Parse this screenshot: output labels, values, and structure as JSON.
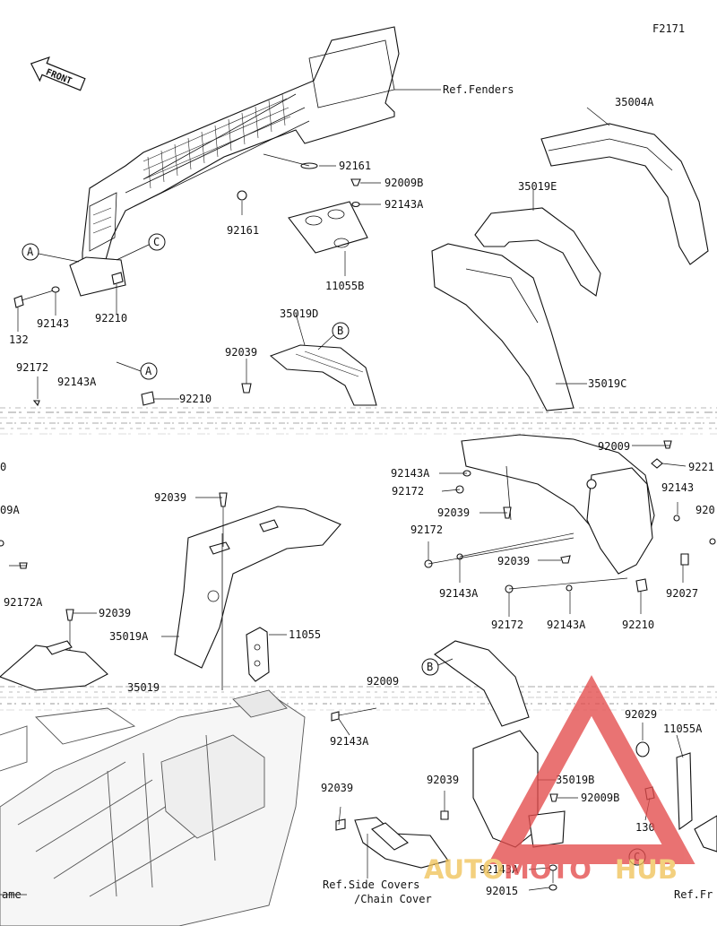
{
  "figure_code": "F2171",
  "front_badge": "FRONT",
  "watermark": {
    "text_auto": "AUTO",
    "text_moto": "MOTO",
    "text_hub": "HUB",
    "triangle_color": "#e34b4b",
    "text_color": "#f0c35a"
  },
  "callouts": [
    "A",
    "C",
    "A",
    "B",
    "B",
    "C"
  ],
  "labels": {
    "ref_fenders": "Ref.Fenders",
    "p35004A": "35004A",
    "p35019E": "35019E",
    "p35019C": "35019C",
    "p35019D": "35019D",
    "p92161_a": "92161",
    "p92161_b": "92161",
    "p92009B_a": "92009B",
    "p92143A_a": "92143A",
    "p11055B": "11055B",
    "p92143_a": "92143",
    "p92210_a": "92210",
    "p132": "132",
    "p92172_a": "92172",
    "p92143A_b": "92143A",
    "p92210_b": "92210",
    "p92039_a": "92039",
    "p0_left": "0",
    "p09A_left": "09A",
    "p92172A": "92172A",
    "p92039_b": "92039",
    "p92039_c": "92039",
    "p35019A": "35019A",
    "p11055": "11055",
    "p35019_lower": "35019",
    "p92009_a": "92009",
    "p9221_edge": "9221",
    "p92143A_c": "92143A",
    "p92172_b": "92172",
    "p92039_d": "92039",
    "p92143_b": "92143",
    "p920_edge": "920",
    "p92172_c": "92172",
    "p92039_e": "92039",
    "p92143A_d": "92143A",
    "p92027": "92027",
    "p92172_d": "92172",
    "p92143A_e": "92143A",
    "p92210_c": "92210",
    "p92009_b": "92009",
    "p92143A_f": "92143A",
    "p92039_f": "92039",
    "p35019B": "35019B",
    "p92009B_b": "92009B",
    "p92039_g": "92039",
    "p920235_edge": "92029",
    "p11055A": "11055A",
    "p130": "130",
    "p92143A_g": "92143A",
    "p92015": "92015",
    "ref_side_covers": "Ref.Side Covers",
    "chain_cover": "/Chain Cover",
    "ref_frame_edge": "Ref.Fr",
    "frame_edge": "ame"
  }
}
